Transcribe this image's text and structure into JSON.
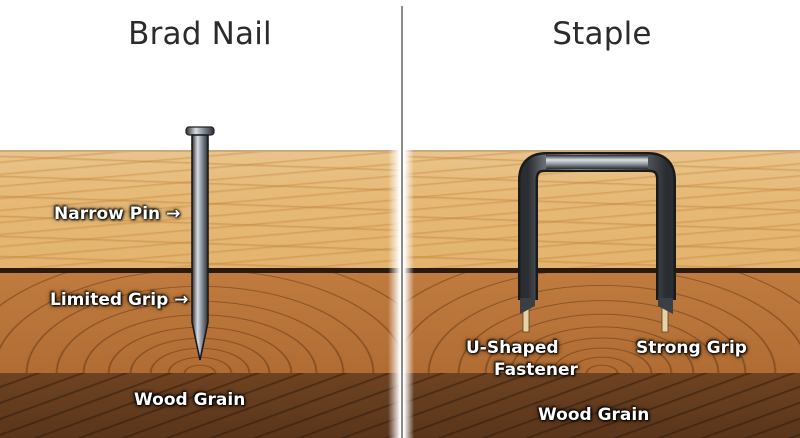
{
  "panels": [
    {
      "title": "Brad Nail",
      "labels": {
        "narrow_pin": "Narrow Pin",
        "limited_grip": "Limited Grip",
        "wood_grain": "Wood Grain"
      },
      "arrow_glyph": "→"
    },
    {
      "title": "Staple",
      "labels": {
        "u_shaped": "U-Shaped",
        "fastener": "Fastener",
        "strong_grip": "Strong Grip",
        "wood_grain": "Wood Grain"
      }
    }
  ],
  "colors": {
    "title_text": "#2b2b2b",
    "light_wood": "#e6b976",
    "mid_wood": "#b87438",
    "dark_wood": "#643c1e",
    "metal": "#9aa3ad",
    "divider": "#8a8a8a"
  }
}
